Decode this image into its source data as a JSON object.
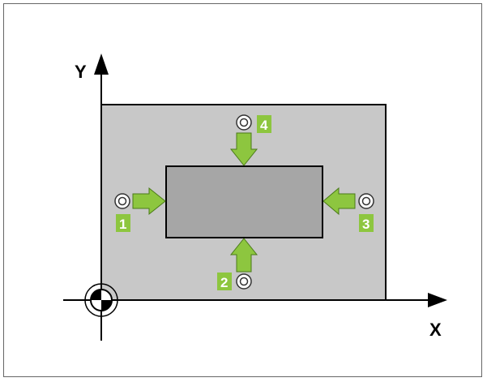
{
  "axes": {
    "x_label": "X",
    "y_label": "Y"
  },
  "probe_points": [
    {
      "id": "1",
      "label": "1",
      "direction": "+X"
    },
    {
      "id": "2",
      "label": "2",
      "direction": "+Y"
    },
    {
      "id": "3",
      "label": "3",
      "direction": "-X"
    },
    {
      "id": "4",
      "label": "4",
      "direction": "-Y"
    }
  ],
  "colors": {
    "workpiece": "#c8c8c8",
    "pocket": "#a6a6a6",
    "arrow": "#8dc63f",
    "label_badge": "#8dc63f",
    "outline": "#000000"
  },
  "icons": {
    "origin": "datum-symbol-icon",
    "probe": "probe-ball-icon"
  }
}
